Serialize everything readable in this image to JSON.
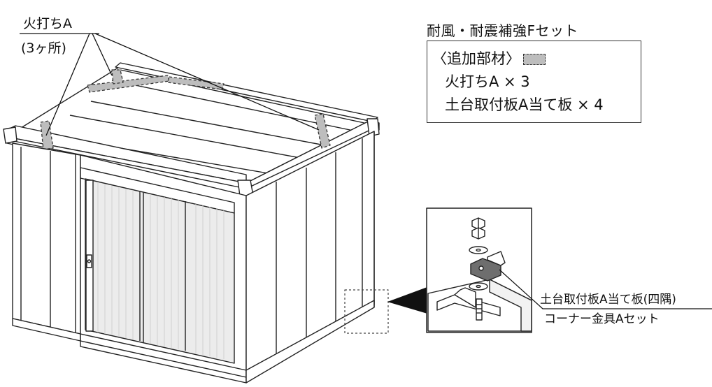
{
  "callout_hiuchi": {
    "label": "火打ちA",
    "count": "(3ヶ所)"
  },
  "kit": {
    "title": "耐風・耐震補強Fセット",
    "added_parts_label": "〈追加部材〉",
    "items": [
      "火打ちA × 3",
      "土台取付板A当て板 × 4"
    ]
  },
  "callout_detail": {
    "line1": "土台取付板A当て板(四隅)",
    "line2": "コーナー金具Aセット"
  },
  "colors": {
    "line": "#222222",
    "highlight_gray": "#bdbdbd",
    "door_stripe": "#e8e8e8"
  }
}
